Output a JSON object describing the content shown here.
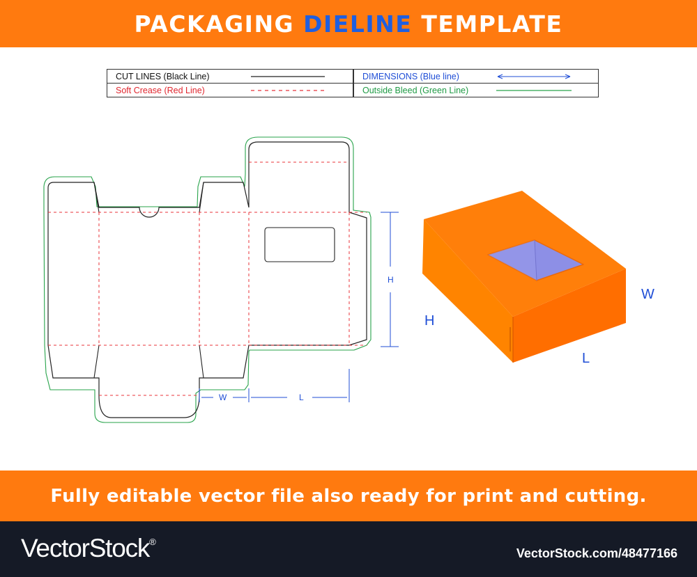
{
  "header": {
    "title_part1": "PACKAGING ",
    "title_accent": "DIELINE",
    "title_part2": " TEMPLATE"
  },
  "legend": {
    "cut_lines": "CUT LINES (Black Line)",
    "soft_crease": "Soft Crease (Red Line)",
    "dimensions": "DIMENSIONS (Blue line)",
    "outside_bleed": "Outside Bleed (Green Line)"
  },
  "dieline": {
    "dim_h": "H",
    "dim_w": "W",
    "dim_l": "L"
  },
  "box3d": {
    "label_h": "H",
    "label_w": "W",
    "label_l": "L"
  },
  "tagline": "Fully editable vector file also ready for print and cutting.",
  "footer": {
    "brand": "VectorStock",
    "registered": "®",
    "stock_id": "VectorStock.com/48477166"
  },
  "colors": {
    "banner_orange": "#ff7a0f",
    "accent_blue": "#1f5fe0",
    "cut_black": "#222222",
    "crease_red": "#e8333a",
    "dimension_blue": "#1f4ed6",
    "bleed_green": "#27a34a",
    "box_orange": "#ff7a00",
    "window_purple": "#8d8fe6",
    "footer_dark": "#151a26"
  }
}
